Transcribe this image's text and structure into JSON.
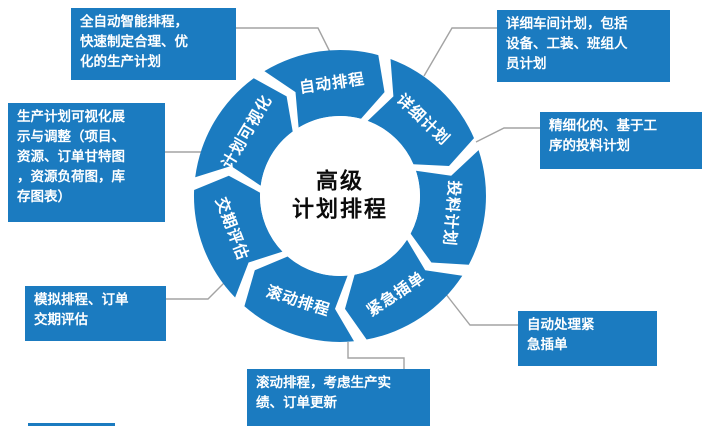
{
  "diagram": {
    "accent_color": "#1b7bc0",
    "connector_color": "#a3a3a3",
    "center": {
      "line1": "高级",
      "line2": "计划排程"
    },
    "segments": [
      {
        "label": "自动排程"
      },
      {
        "label": "详细计划"
      },
      {
        "label": "投料计划"
      },
      {
        "label": "紧急插单"
      },
      {
        "label": "滚动排程"
      },
      {
        "label": "交期评估"
      },
      {
        "label": "计划可视化"
      }
    ]
  },
  "callouts": {
    "top_left": "全自动智能排程，\n快速制定合理、优\n化的生产计划",
    "top_right": "详细车间计划，包括\n设备、工装、班组人\n员计划",
    "left": "生产计划可视化展\n示与调整（项目、\n资源、订单甘特图\n，资源负荷图，库\n存图表）",
    "right": "精细化的、基于工\n序的投料计划",
    "bottom_left": "模拟排程、订单\n交期评估",
    "bottom_right": "自动处理紧\n急插单",
    "bottom": "滚动排程，考虑生产实\n绩、订单更新"
  }
}
